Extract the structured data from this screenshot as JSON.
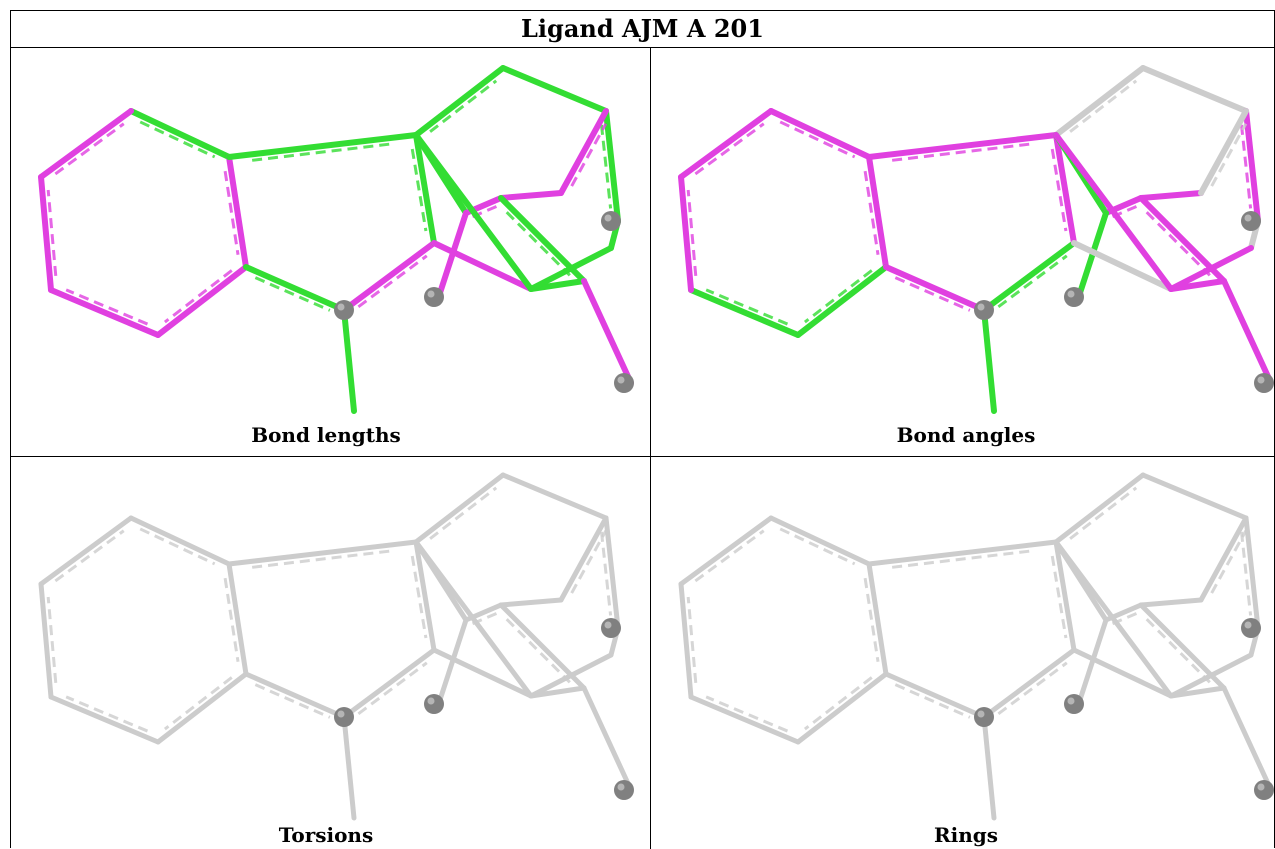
{
  "title": "Ligand AJM A 201",
  "panels": [
    {
      "caption": "Bond lengths",
      "scheme": "lengths"
    },
    {
      "caption": "Bond angles",
      "scheme": "angles"
    },
    {
      "caption": "Torsions",
      "scheme": "gray"
    },
    {
      "caption": "Rings",
      "scheme": "gray"
    }
  ],
  "colors": {
    "magenta": "#e040e0",
    "green": "#33dd33",
    "gray": "#cccccc",
    "atom": "#808080"
  }
}
